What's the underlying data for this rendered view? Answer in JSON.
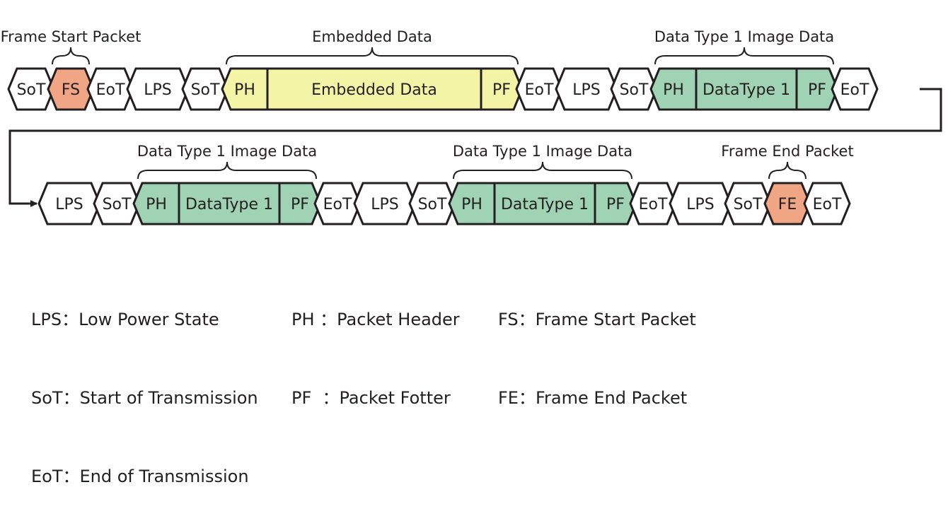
{
  "colors": {
    "outline": "#231f20",
    "plain_fill": "#ffffff",
    "frame_packet_fill": "#f0a585",
    "embedded_fill": "#f3f4a6",
    "image_data_fill": "#9fd3b3"
  },
  "rows": [
    {
      "segments": [
        {
          "type": "hex",
          "label": "SoT",
          "fill": "plain"
        },
        {
          "type": "hex",
          "label": "FS",
          "fill": "frame"
        },
        {
          "type": "hex",
          "label": "EoT",
          "fill": "plain"
        },
        {
          "type": "hex",
          "label": "LPS",
          "fill": "plain"
        },
        {
          "type": "hex",
          "label": "SoT",
          "fill": "plain"
        },
        {
          "type": "packet",
          "fill": "embedded",
          "cells": [
            "PH",
            "Embedded Data",
            "PF"
          ]
        },
        {
          "type": "hex",
          "label": "EoT",
          "fill": "plain"
        },
        {
          "type": "hex",
          "label": "LPS",
          "fill": "plain"
        },
        {
          "type": "hex",
          "label": "SoT",
          "fill": "plain"
        },
        {
          "type": "packet",
          "fill": "image",
          "cells": [
            "PH",
            "DataType 1",
            "PF"
          ]
        },
        {
          "type": "hex",
          "label": "EoT",
          "fill": "plain"
        }
      ],
      "annotations": [
        {
          "text": "Frame Start Packet",
          "over": [
            1,
            1
          ]
        },
        {
          "text": "Embedded Data",
          "over": [
            5,
            5
          ]
        },
        {
          "text": "Data Type 1 Image Data",
          "over": [
            9,
            9
          ]
        }
      ]
    },
    {
      "segments": [
        {
          "type": "hex",
          "label": "LPS",
          "fill": "plain"
        },
        {
          "type": "hex",
          "label": "SoT",
          "fill": "plain"
        },
        {
          "type": "packet",
          "fill": "image",
          "cells": [
            "PH",
            "DataType 1",
            "PF"
          ]
        },
        {
          "type": "hex",
          "label": "EoT",
          "fill": "plain"
        },
        {
          "type": "hex",
          "label": "LPS",
          "fill": "plain"
        },
        {
          "type": "hex",
          "label": "SoT",
          "fill": "plain"
        },
        {
          "type": "packet",
          "fill": "image",
          "cells": [
            "PH",
            "DataType 1",
            "PF"
          ]
        },
        {
          "type": "hex",
          "label": "EoT",
          "fill": "plain"
        },
        {
          "type": "hex",
          "label": "LPS",
          "fill": "plain"
        },
        {
          "type": "hex",
          "label": "SoT",
          "fill": "plain"
        },
        {
          "type": "hex",
          "label": "FE",
          "fill": "frame"
        },
        {
          "type": "hex",
          "label": "EoT",
          "fill": "plain"
        }
      ],
      "annotations": [
        {
          "text": "Data Type 1 Image Data",
          "over": [
            2,
            2
          ]
        },
        {
          "text": "Data Type 1 Image Data",
          "over": [
            6,
            6
          ]
        },
        {
          "text": "Frame End Packet",
          "over": [
            10,
            10
          ]
        }
      ]
    }
  ],
  "legend": {
    "col1": [
      "LPS：Low Power State",
      "SoT：Start of Transmission",
      "EoT：End of Transmission"
    ],
    "col2": [
      "PH ：Packet Header",
      "PF  ：Packet Fotter"
    ],
    "col3": [
      "FS：Frame Start Packet",
      "FE：Frame End Packet"
    ]
  }
}
